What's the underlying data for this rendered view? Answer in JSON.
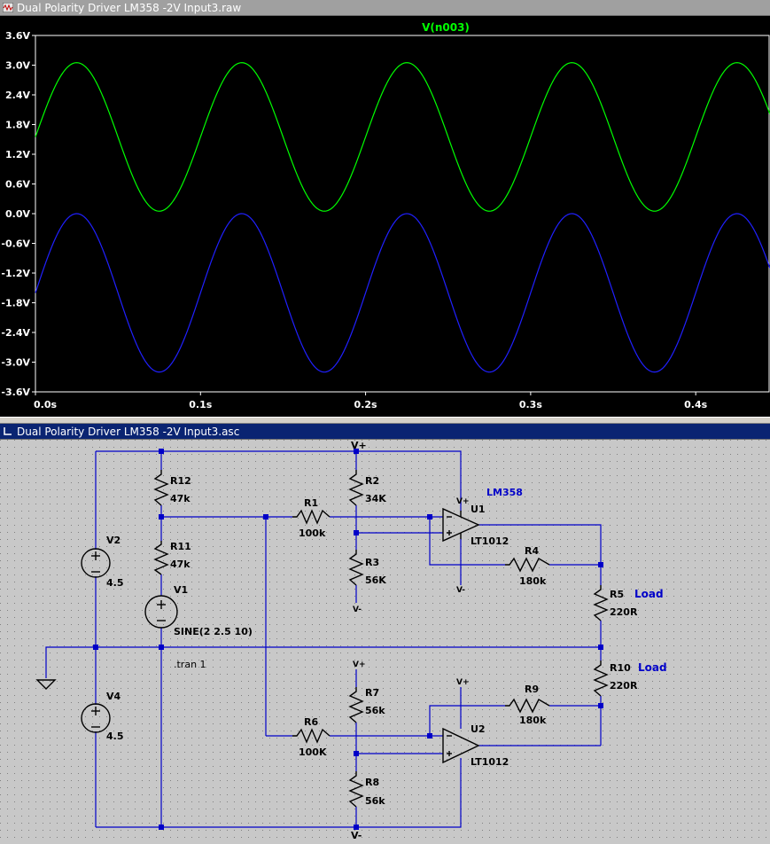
{
  "waveform_window": {
    "title": "Dual Polarity Driver LM358 -2V Input3.raw",
    "trace_label": "V(n003)",
    "colors": {
      "background": "#000000",
      "trace1": "#00ff00",
      "trace2": "#2020ff",
      "trace_label": "#00ff00",
      "axis_text": "#ffffff"
    }
  },
  "chart_data": {
    "type": "line",
    "title": "V(n003)",
    "xlabel": "",
    "ylabel": "",
    "xlim": [
      0.0,
      0.445
    ],
    "ylim": [
      -3.6,
      3.6
    ],
    "y_ticks": [
      "3.6V",
      "3.0V",
      "2.4V",
      "1.8V",
      "1.2V",
      "0.6V",
      "0.0V",
      "-0.6V",
      "-1.2V",
      "-1.8V",
      "-2.4V",
      "-3.0V",
      "-3.6V"
    ],
    "x_ticks": [
      "0.0s",
      "0.1s",
      "0.2s",
      "0.3s",
      "0.4s"
    ],
    "x_tick_values": [
      0.0,
      0.1,
      0.2,
      0.3,
      0.4
    ],
    "series": [
      {
        "name": "V(n003)",
        "color": "#00ff00",
        "offset": 1.55,
        "amplitude": 1.5,
        "frequency": 10,
        "phase_deg": 0
      },
      {
        "color": "#2020ff",
        "offset": -1.6,
        "amplitude": 1.6,
        "frequency": 10,
        "phase_deg": 0
      }
    ]
  },
  "schematic_window": {
    "title": "Dual Polarity Driver LM358 -2V Input3.asc",
    "colors": {
      "background": "#c8c8c8",
      "wire": "#0000c8",
      "component": "#000000",
      "label": "#000000",
      "comment": "#0000c8"
    },
    "labels": {
      "vplus_top": "V+",
      "vplus_u1": "V+",
      "vminus_u1": "V-",
      "vminus_r3": "V-",
      "vplus_r7": "V+",
      "vplus_u2": "V+",
      "vminus_bottom": "V-",
      "r12": "R12",
      "r12_val": "47k",
      "r11": "R11",
      "r11_val": "47k",
      "r1": "R1",
      "r1_val": "100k",
      "r2": "R2",
      "r2_val": "34K",
      "r3": "R3",
      "r3_val": "56K",
      "r4": "R4",
      "r4_val": "180k",
      "r5": "R5",
      "r5_val": "220R",
      "r6": "R6",
      "r6_val": "100K",
      "r7": "R7",
      "r7_val": "56k",
      "r8": "R8",
      "r8_val": "56k",
      "r9": "R9",
      "r9_val": "180k",
      "r10": "R10",
      "r10_val": "220R",
      "v1": "V1",
      "v1_val": "SINE(2 2.5 10)",
      "v2": "V2",
      "v2_val": "4.5",
      "v4": "V4",
      "v4_val": "4.5",
      "u1": "U1",
      "u1_val": "LT1012",
      "u2": "U2",
      "u2_val": "LT1012",
      "lm358": "LM358",
      "load1": "Load",
      "load2": "Load",
      "tran": ".tran 1"
    }
  }
}
